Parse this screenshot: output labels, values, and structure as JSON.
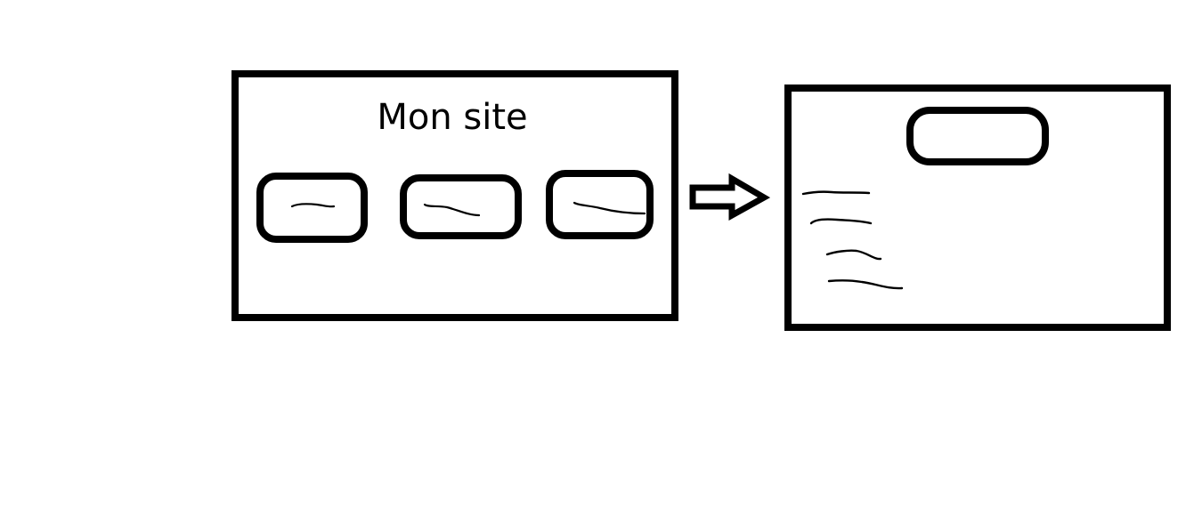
{
  "left_panel": {
    "title": "Mon site",
    "buttons": [
      {
        "id": 1
      },
      {
        "id": 2
      },
      {
        "id": 3
      }
    ]
  },
  "right_panel": {
    "header_button": {},
    "text_lines": 4
  },
  "colors": {
    "stroke": "#000000",
    "background": "#ffffff"
  }
}
